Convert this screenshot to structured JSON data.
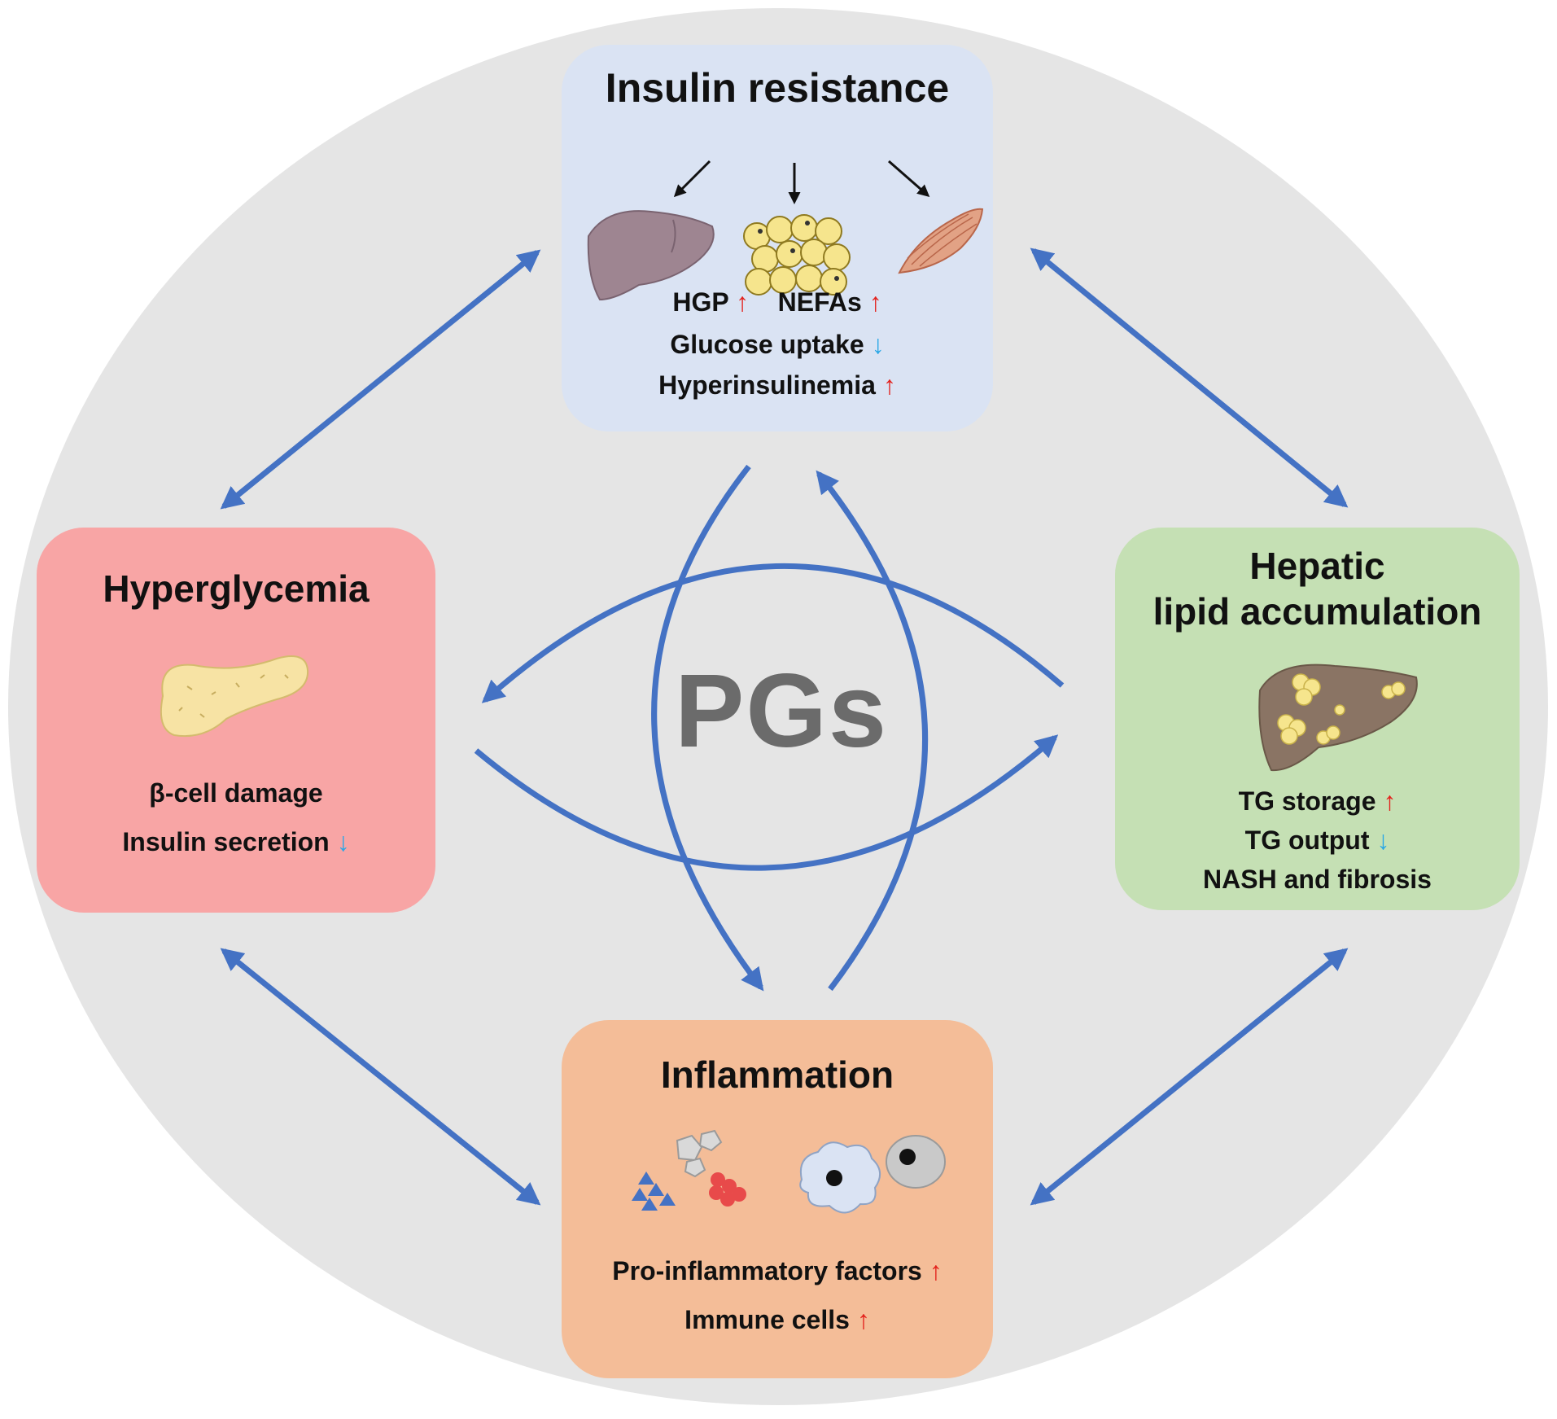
{
  "center": {
    "label": "PGs"
  },
  "insulin_resistance": {
    "title": "Insulin resistance",
    "line1_a": "HGP",
    "line1_b": "NEFAs",
    "line2": "Glucose uptake",
    "line3": "Hyperinsulinemia",
    "icons": [
      "liver-icon",
      "adipose-tissue-icon",
      "muscle-icon"
    ]
  },
  "hyperglycemia": {
    "title": "Hyperglycemia",
    "line1": "β-cell damage",
    "line2": "Insulin secretion",
    "icons": [
      "pancreas-icon"
    ]
  },
  "hepatic": {
    "title_line1": "Hepatic",
    "title_line2": "lipid accumulation",
    "line1": "TG storage",
    "line2": "TG output",
    "line3": "NASH and fibrosis",
    "icons": [
      "fatty-liver-icon"
    ]
  },
  "inflammation": {
    "title": "Inflammation",
    "line1": "Pro-inflammatory factors",
    "line2": "Immune cells",
    "icons": [
      "cytokines-icon",
      "macrophage-icon",
      "immune-cell-icon"
    ]
  },
  "arrows": {
    "up_glyph": "↑",
    "down_glyph": "↓"
  },
  "colors": {
    "background_circle": "#e5e5e5",
    "insulin_resistance_panel": "#dae3f3",
    "hyperglycemia_panel": "#f8a5a5",
    "hepatic_panel": "#c5e0b4",
    "inflammation_panel": "#f4bd98",
    "arrow": "#4472c4",
    "increase_arrow": "#e3211c",
    "decrease_arrow": "#2aa7e6"
  }
}
